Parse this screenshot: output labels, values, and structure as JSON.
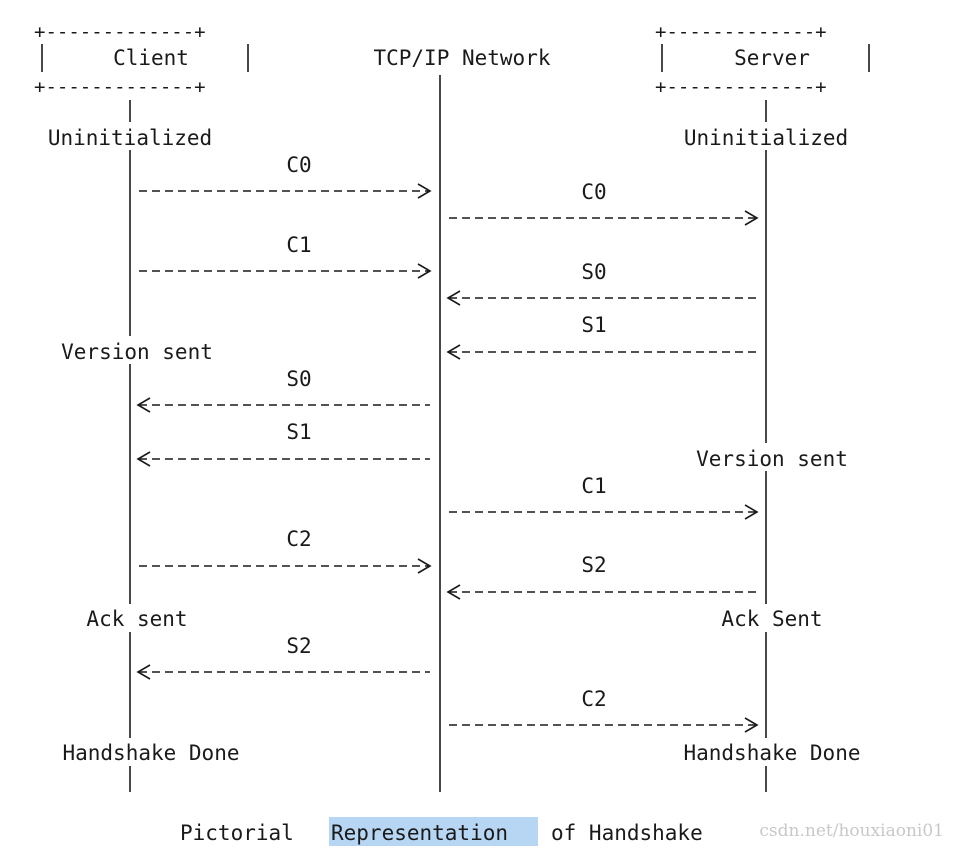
{
  "boxes": {
    "client": "Client",
    "network": "TCP/IP Network",
    "server": "Server"
  },
  "states": {
    "client_uninitialized": "Uninitialized",
    "server_uninitialized": "Uninitialized",
    "client_version_sent": "Version sent",
    "server_version_sent": "Version sent",
    "client_ack_sent": "Ack sent",
    "server_ack_sent": "Ack Sent",
    "client_handshake_done": "Handshake Done",
    "server_handshake_done": "Handshake Done"
  },
  "messages": [
    "C0",
    "C0",
    "C1",
    "S0",
    "S1",
    "S0",
    "S1",
    "C1",
    "C2",
    "S2",
    "S2",
    "C2"
  ],
  "caption": {
    "before": "Pictorial",
    "highlight": "Representation",
    "after": "of Handshake"
  },
  "watermark": "csdn.net/houxiaoni01"
}
